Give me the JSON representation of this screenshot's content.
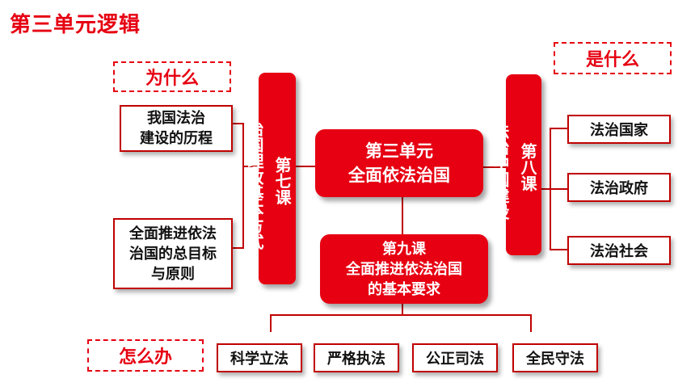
{
  "title": "第三单元逻辑",
  "labels": {
    "why": "为什么",
    "what": "是什么",
    "how": "怎么办"
  },
  "center": {
    "line1": "第三单元",
    "line2": "全面依法治国"
  },
  "lesson7": {
    "name": "第七课",
    "topic": "治国理政基本方式",
    "items": [
      "我国法治\n建设的历程",
      "全面推进依法\n治国的总目标\n与原则"
    ]
  },
  "lesson8": {
    "name": "第八课",
    "topic": "法治中国建设",
    "items": [
      "法治国家",
      "法治政府",
      "法治社会"
    ]
  },
  "lesson9": {
    "name": "第九课",
    "line1": "全面推进依法治国",
    "line2": "的基本要求",
    "items": [
      "科学立法",
      "严格执法",
      "公正司法",
      "全民守法"
    ]
  }
}
